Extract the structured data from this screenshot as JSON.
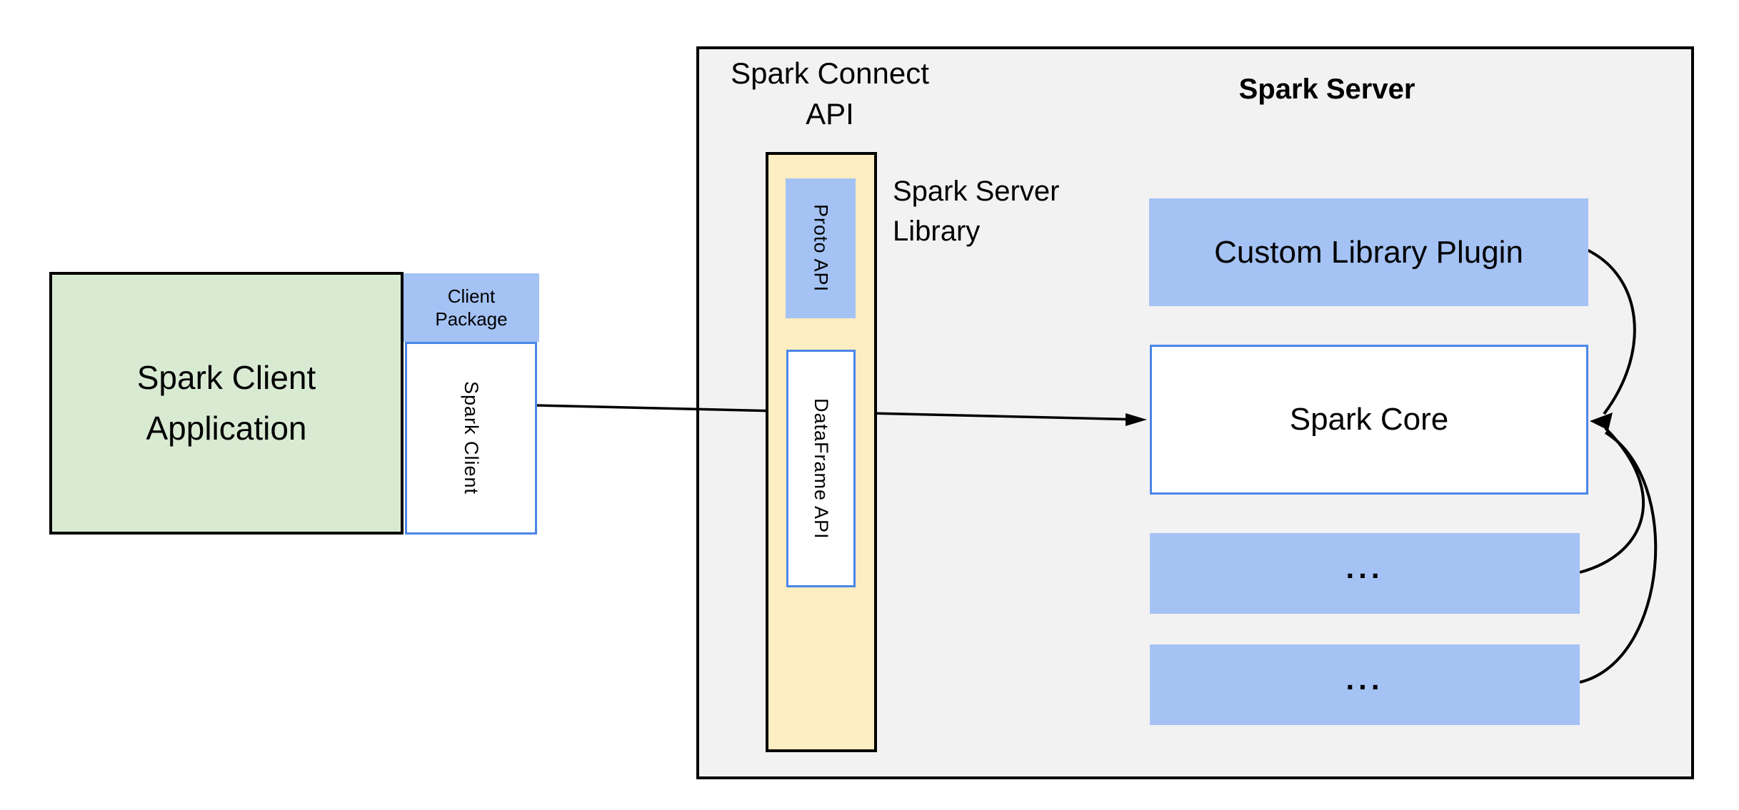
{
  "colors": {
    "green_fill": "#d9ead3",
    "blue_fill": "#a4c2f4",
    "yellow_fill": "#fcedc2",
    "grey_fill": "#f2f2f2",
    "blue_border": "#4a86e8",
    "line_black": "#000000"
  },
  "client_app": {
    "line1": "Spark Client",
    "line2": "Application"
  },
  "client_package": {
    "line1": "Client",
    "line2": "Package"
  },
  "spark_client_box": {
    "label": "Spark Client"
  },
  "connect_api": {
    "line1": "Spark Connect",
    "line2": "API"
  },
  "proto_api": {
    "label": "Proto API"
  },
  "dataframe_api": {
    "label": "DataFrame API"
  },
  "server_library": {
    "line1": "Spark Server",
    "line2": "Library"
  },
  "server": {
    "title": "Spark Server",
    "plugin": "Custom Library Plugin",
    "core": "Spark Core",
    "more1": "...",
    "more2": "..."
  }
}
